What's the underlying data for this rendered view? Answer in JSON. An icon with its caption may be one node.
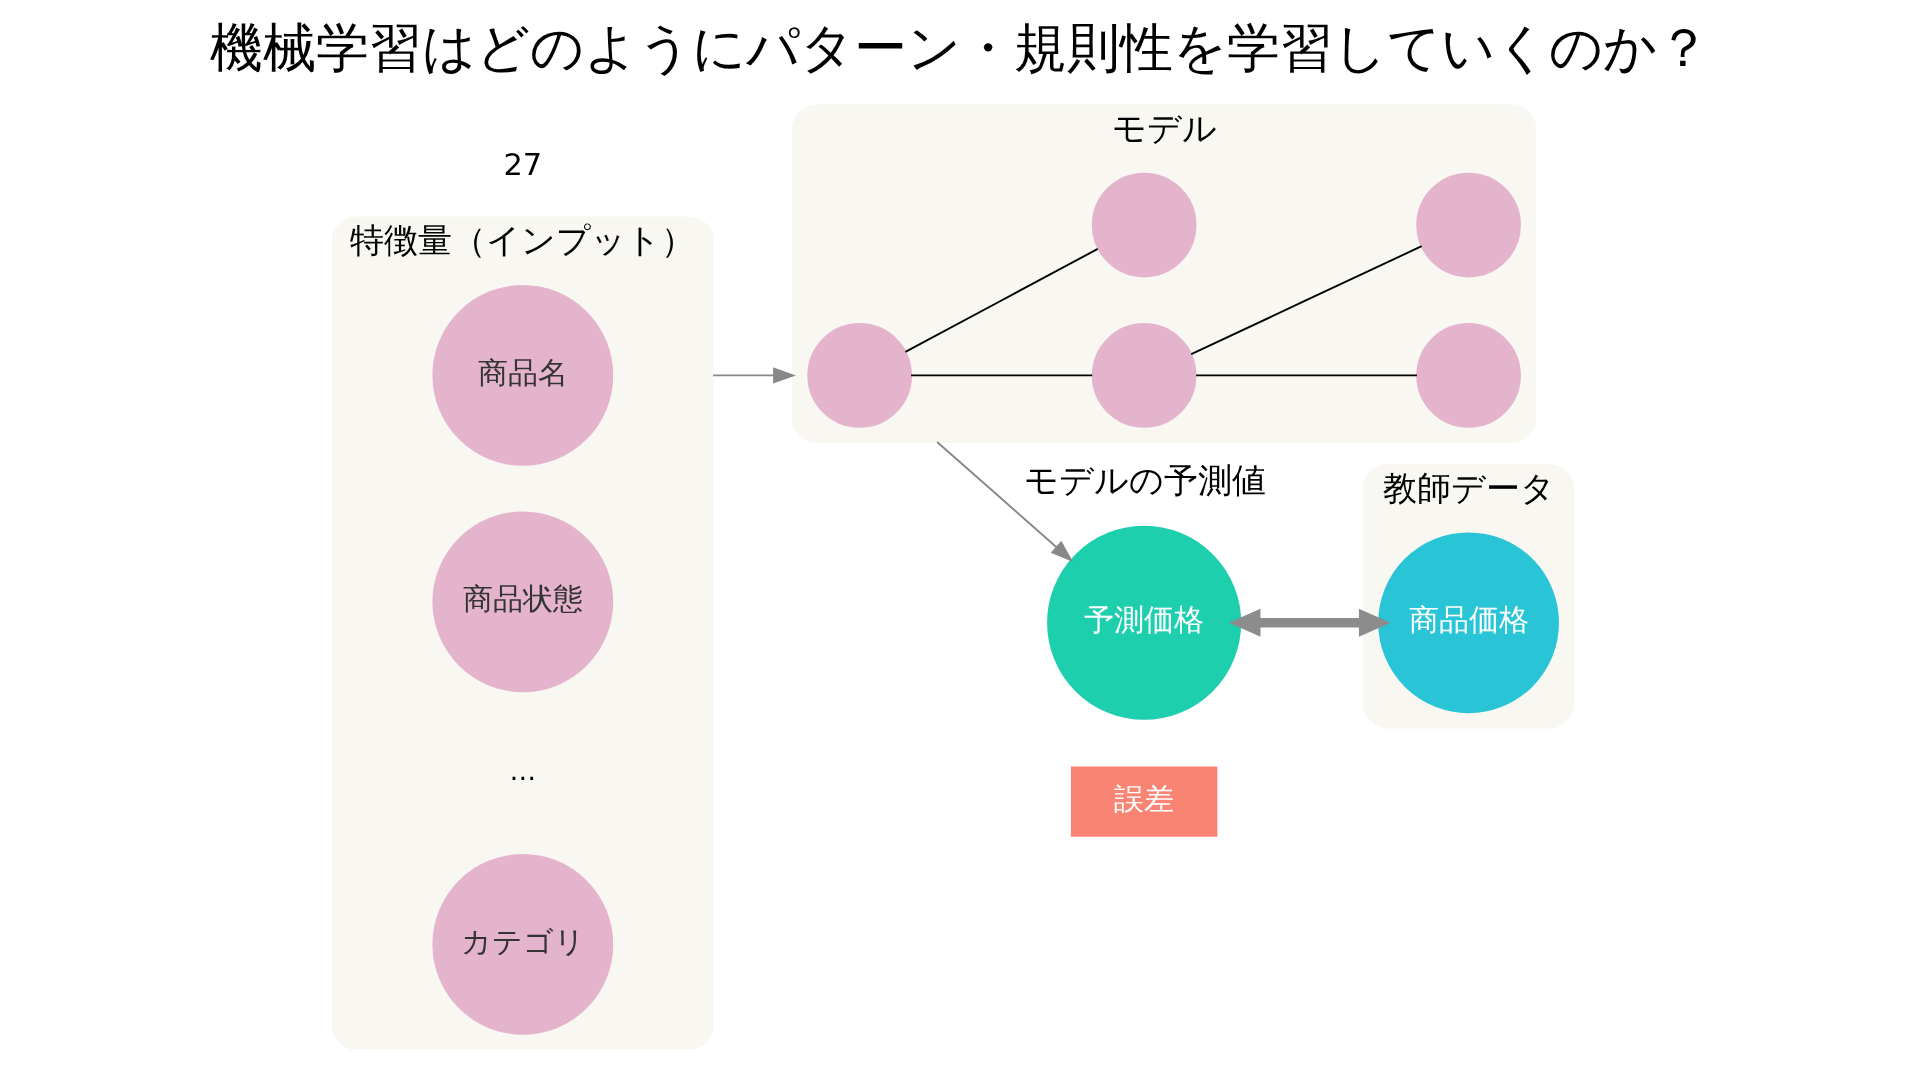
{
  "diagram": {
    "title": "機械学習はどのようにパターン・規則性を学習していくのか？",
    "nodes": [
      {
        "text": [
          "特徴量（インプット）"
        ]
      },
      {
        "text": [
          "商品名"
        ],
        "in": 0
      },
      {
        "text": [
          "商品状態"
        ],
        "in": 0
      },
      {
        "text": [
          "カテゴリ"
        ],
        "in": 0
      },
      {
        "text": [
          "モデル"
        ]
      },
      {
        "text": [],
        "shape": "circle",
        "in": 4
      },
      {
        "text": [],
        "shape": "circle",
        "in": 4
      },
      {
        "text": [],
        "shape": "circle",
        "in": 4
      },
      {
        "text": [],
        "shape": "circle",
        "in": 4
      },
      {
        "text": [],
        "shape": "circle",
        "in": 4
      },
      {
        "text": [
          "モデルの予測値",
          "予測価格"
        ]
      },
      {
        "text": [
          "教師データ"
        ]
      },
      {
        "text": [
          "商品価格"
        ],
        "in": 11
      },
      {
        "text": [
          "誤差"
        ]
      }
    ],
    "edges": [
      {
        "from": 5,
        "to": 6,
        "arrow": "none"
      },
      {
        "from": 5,
        "to": 7,
        "arrow": "none"
      },
      {
        "from": 6,
        "to": 8,
        "arrow": "none"
      },
      {
        "from": 6,
        "to": 9,
        "arrow": "none"
      },
      {
        "from": 0,
        "to": 4,
        "arrow": "to",
        "color": "#888888"
      },
      {
        "from": 4,
        "to": 10,
        "arrow": "to",
        "color": "#888888"
      },
      {
        "from": 10,
        "to": 12,
        "arrow": "both",
        "style": "thick",
        "color": "#8c8c8c"
      }
    ],
    "labels": [
      "…",
      "27"
    ]
  }
}
